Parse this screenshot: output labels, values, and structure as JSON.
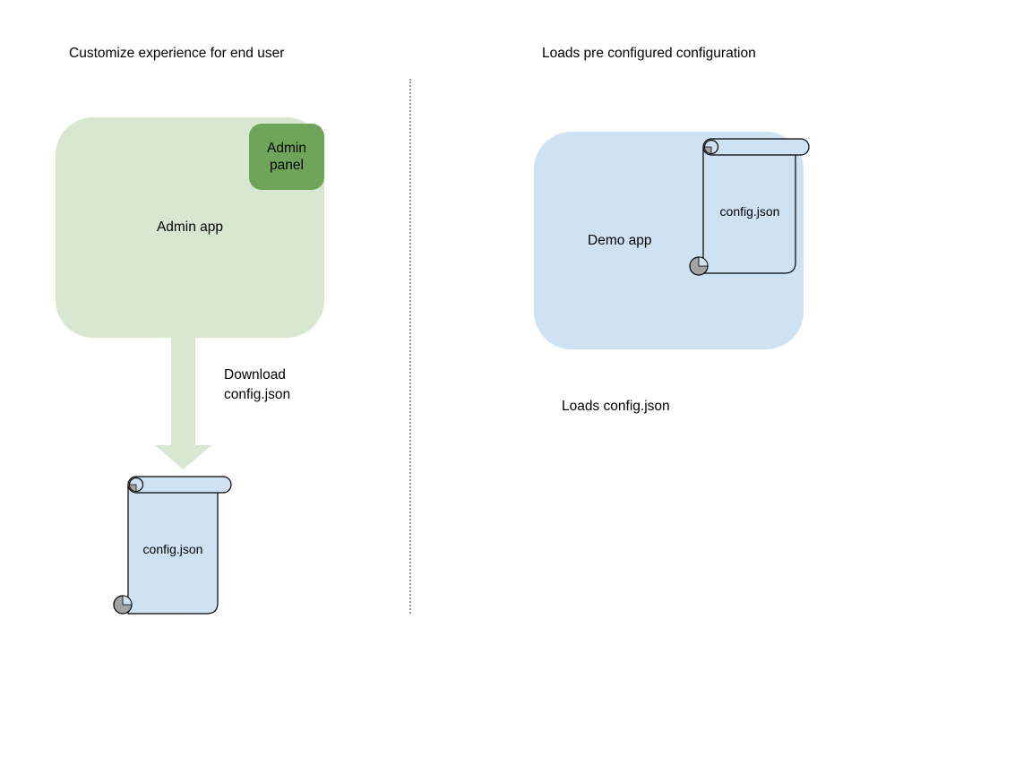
{
  "colors": {
    "light_green": "#d8e7d0",
    "green": "#6ea55a",
    "light_blue": "#cfe2f3",
    "divider_gray": "#999999",
    "curl_gray": "#a3a3a3",
    "outline_black": "#000000"
  },
  "left_section": {
    "title": "Customize experience for end user",
    "admin_app_label": "Admin app",
    "admin_panel_label": "Admin panel",
    "download_label": "Download\nconfig.json",
    "config_file_label": "config.json"
  },
  "right_section": {
    "title": "Loads pre configured configuration",
    "demo_app_label": "Demo app",
    "config_file_label": "config.json",
    "caption": "Loads config.json"
  }
}
